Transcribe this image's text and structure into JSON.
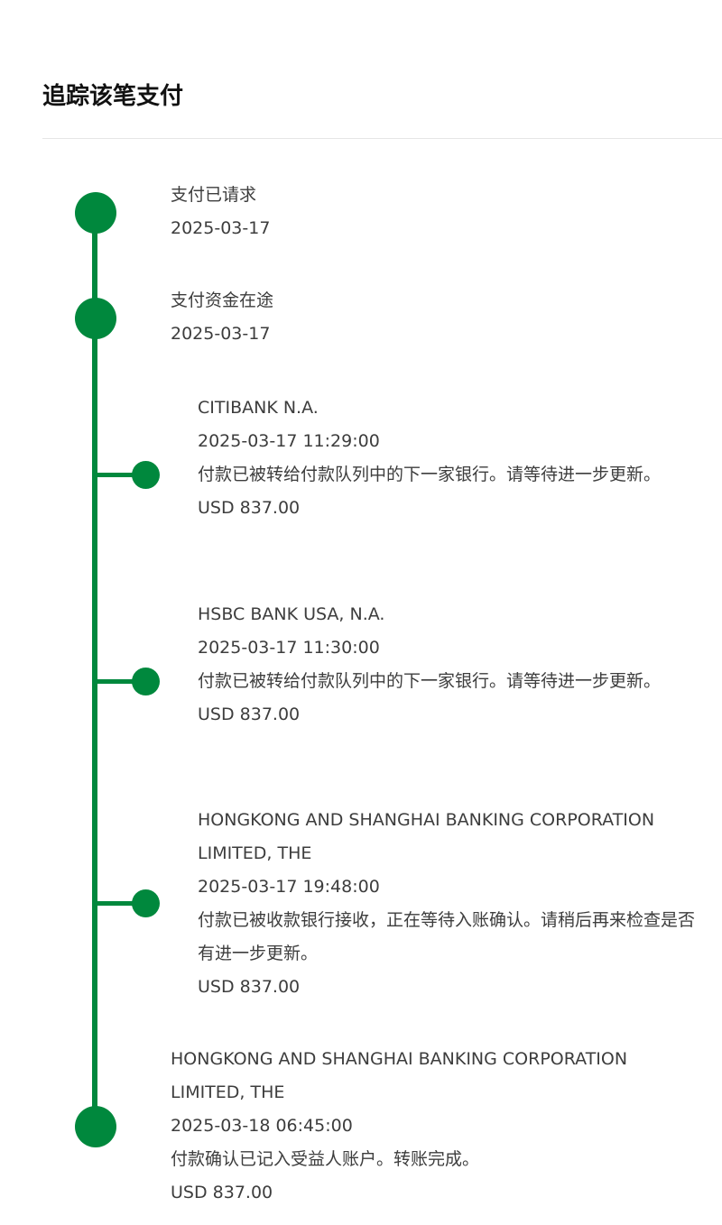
{
  "page": {
    "title": "追踪该笔支付"
  },
  "events": [
    {
      "title": "支付已请求",
      "date": "2025-03-17"
    },
    {
      "title": "支付资金在途",
      "date": "2025-03-17"
    },
    {
      "bank": "CITIBANK N.A.",
      "datetime": "2025-03-17 11:29:00",
      "status": "付款已被转给付款队列中的下一家银行。请等待进一步更新。",
      "amount": "USD 837.00"
    },
    {
      "bank": "HSBC BANK USA, N.A.",
      "datetime": "2025-03-17 11:30:00",
      "status": "付款已被转给付款队列中的下一家银行。请等待进一步更新。",
      "amount": "USD 837.00"
    },
    {
      "bank": "HONGKONG AND SHANGHAI BANKING CORPORATION LIMITED, THE",
      "datetime": "2025-03-17 19:48:00",
      "status": "付款已被收款银行接收，正在等待入账确认。请稍后再来检查是否有进一步更新。",
      "amount": "USD 837.00"
    },
    {
      "bank": "HONGKONG AND SHANGHAI BANKING CORPORATION LIMITED, THE",
      "datetime": "2025-03-18 06:45:00",
      "status": "付款确认已记入受益人账户。转账完成。",
      "amount": "USD 837.00"
    }
  ],
  "colors": {
    "accent": "#00883d",
    "text": "#3d3d3d",
    "title": "#111111",
    "divider": "#e6e6e6"
  }
}
